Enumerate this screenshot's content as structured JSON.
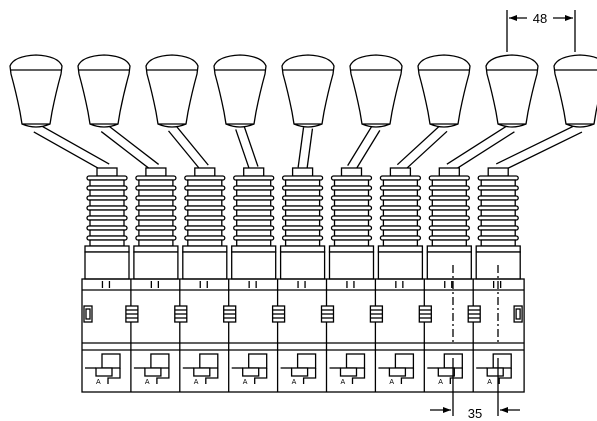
{
  "drawing": {
    "lever_count": 9,
    "dimension_top": {
      "value": "48"
    },
    "dimension_bottom": {
      "value": "35"
    },
    "valve_marker": "A"
  }
}
